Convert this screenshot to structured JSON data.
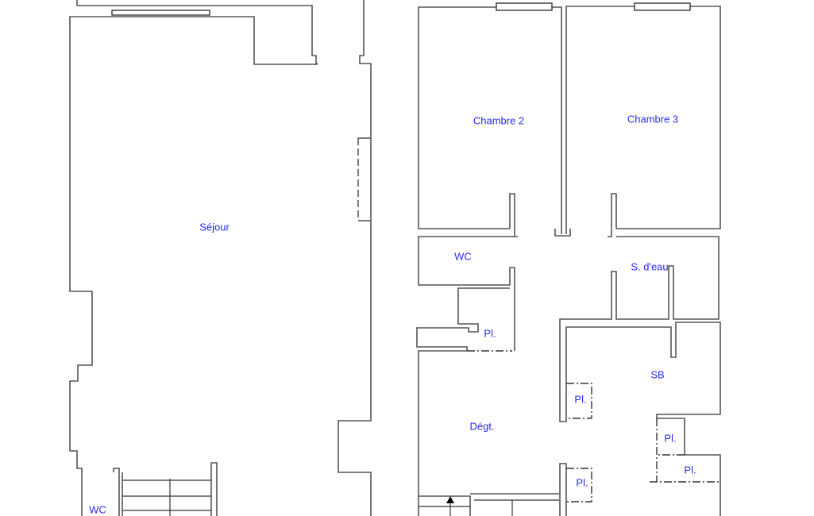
{
  "colors": {
    "label": "#2b2bf0",
    "wall": "#555555",
    "background": "#ffffff"
  },
  "left_plan": {
    "rooms": {
      "sejour": "Séjour",
      "wc": "WC"
    }
  },
  "right_plan": {
    "rooms": {
      "chambre2": "Chambre 2",
      "chambre3": "Chambre 3",
      "wc": "WC",
      "salle_eau": "S. d'eau",
      "placard1": "Pl.",
      "sb": "SB",
      "degagement": "Dégt.",
      "placard2": "Pl.",
      "placard3": "Pl.",
      "placard4": "Pl.",
      "placard5": "Pl."
    }
  }
}
